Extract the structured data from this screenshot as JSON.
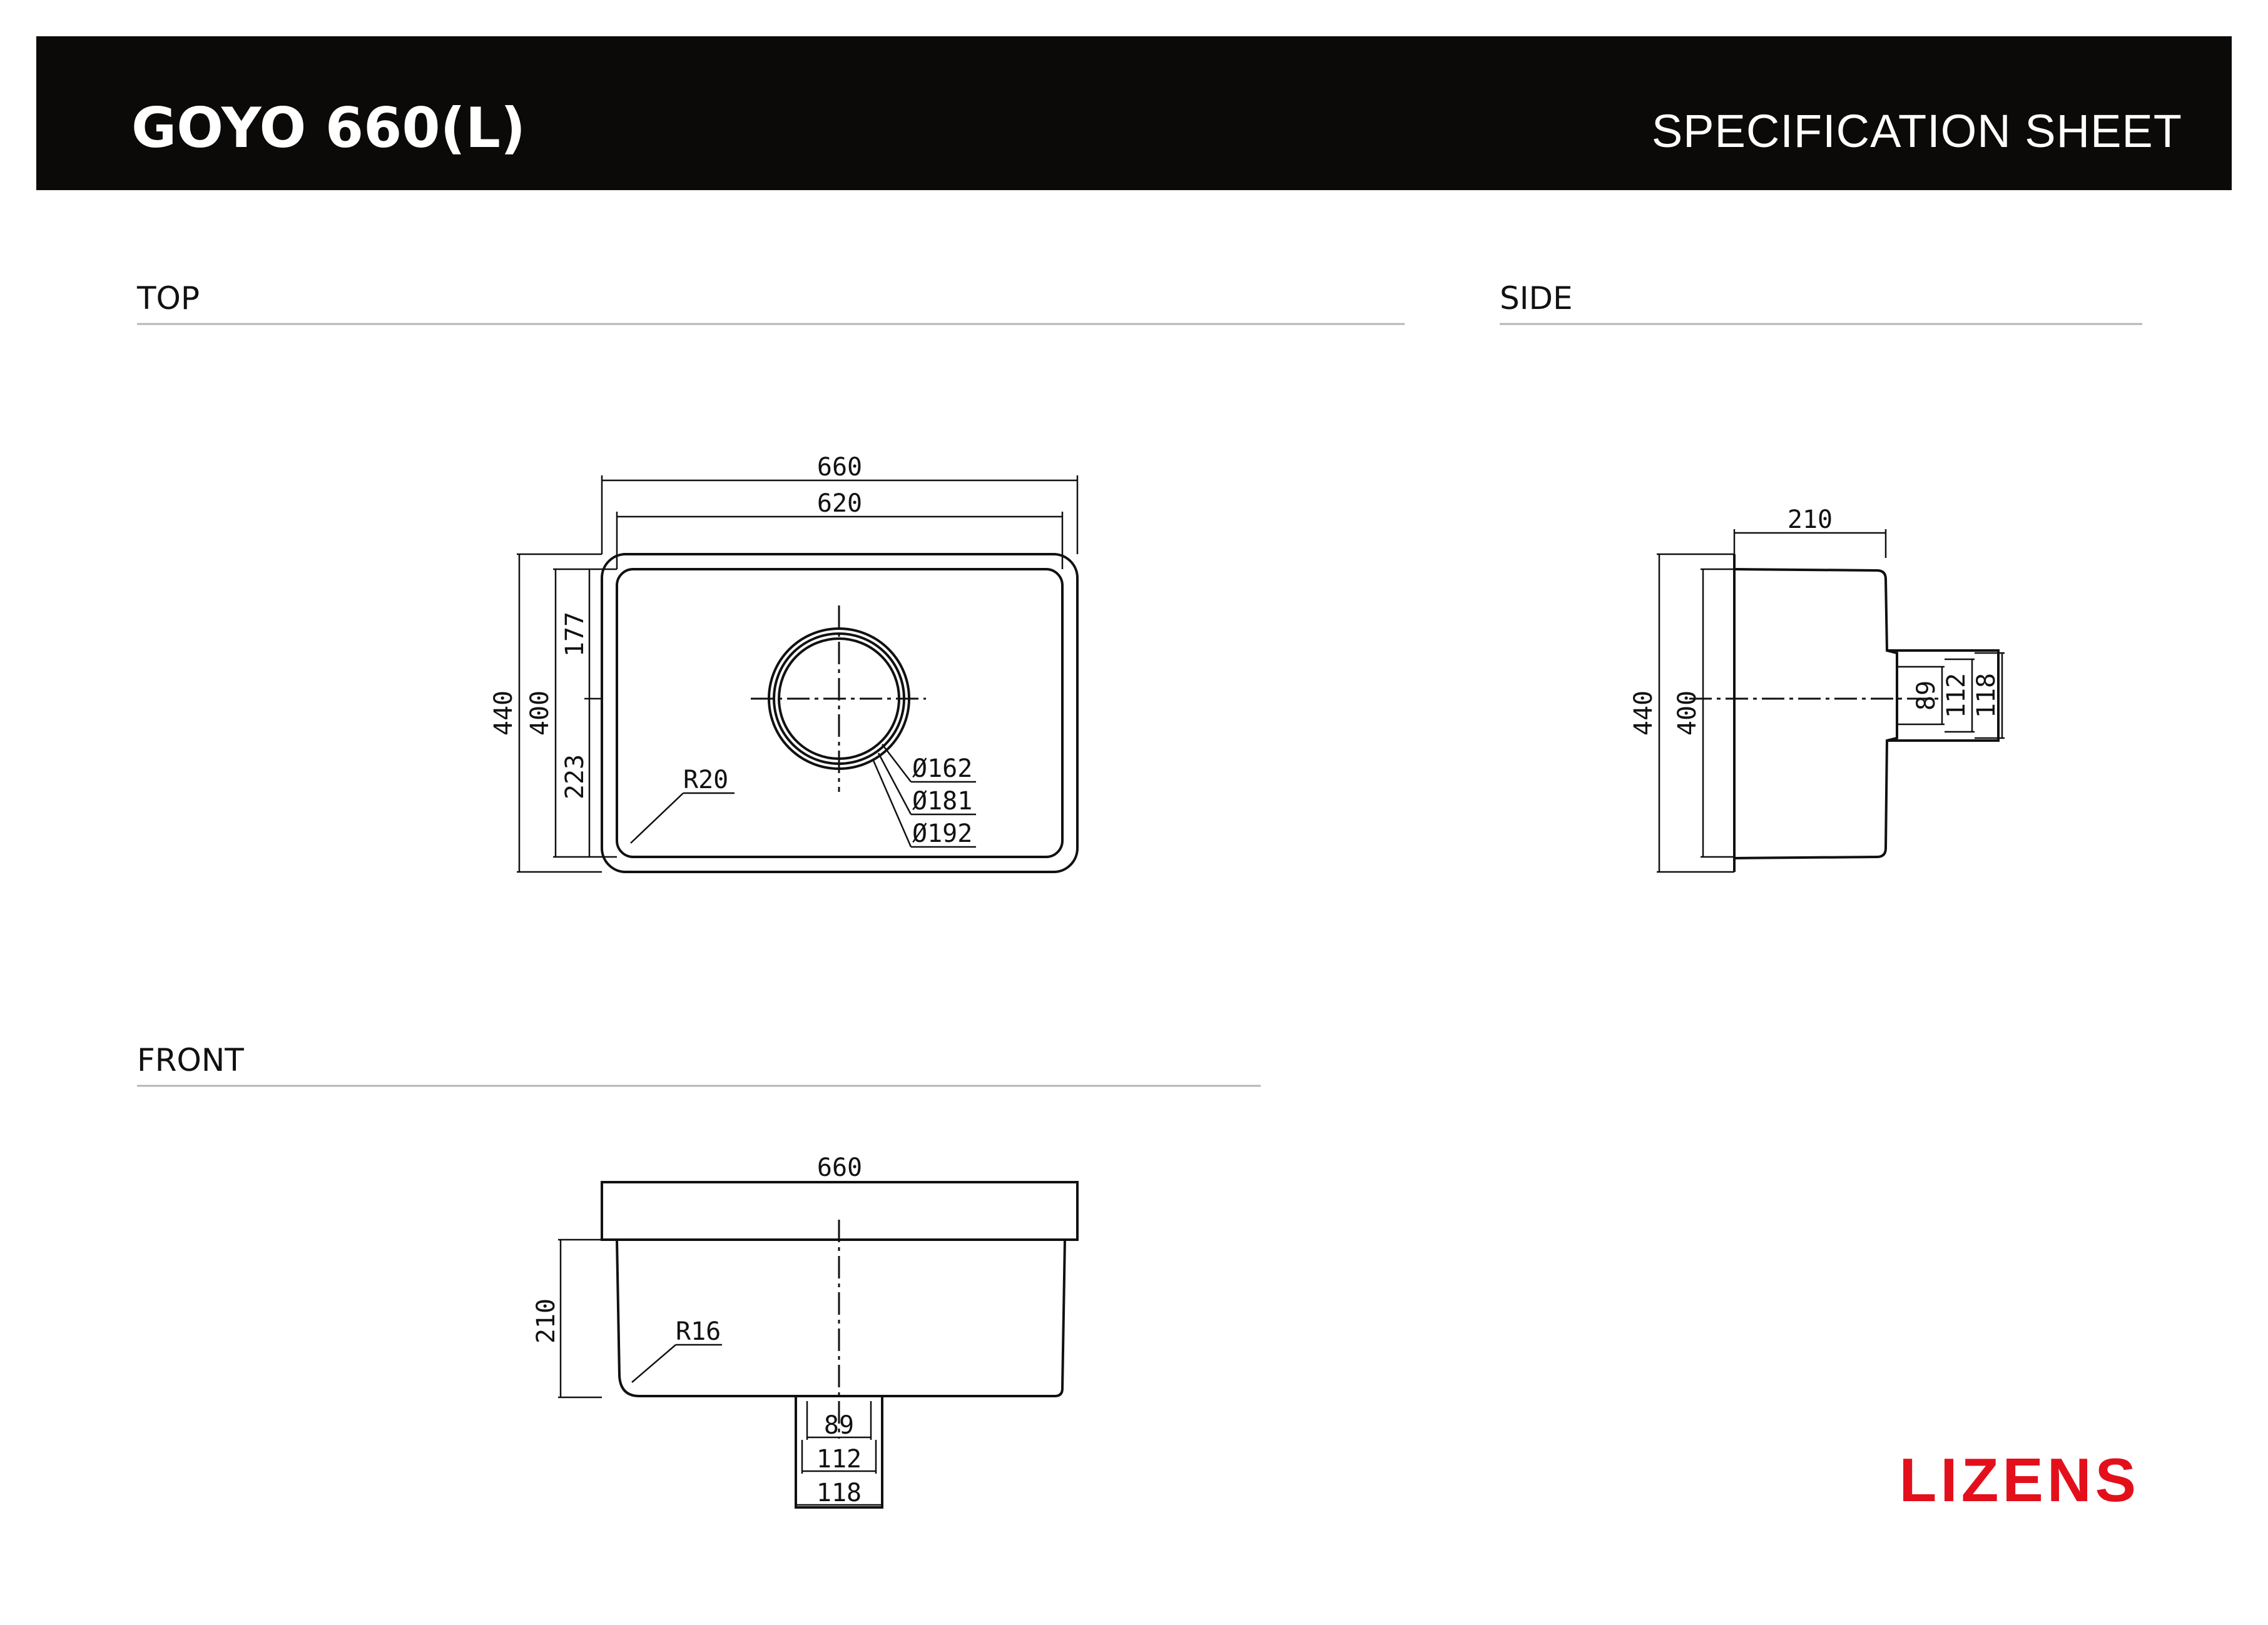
{
  "header": {
    "title": "GOYO 660(L)",
    "subtitle": "SPECIFICATION SHEET",
    "background_color": "#0b0a08"
  },
  "sections": {
    "top": "TOP",
    "side": "SIDE",
    "front": "FRONT"
  },
  "top_view": {
    "overall_width": "660",
    "inner_width": "620",
    "overall_depth": "440",
    "inner_depth": "400",
    "drain_offset_top": "177",
    "drain_offset_bottom": "223",
    "corner_radius": "R20",
    "drain_dia_1": "Ø162",
    "drain_dia_2": "Ø181",
    "drain_dia_3": "Ø192"
  },
  "side_view": {
    "height": "210",
    "overall_depth": "440",
    "inner_depth": "400",
    "drain_1": "89",
    "drain_2": "112",
    "drain_3": "118"
  },
  "front_view": {
    "overall_width": "660",
    "height": "210",
    "corner_radius": "R16",
    "drain_1": "89",
    "drain_2": "112",
    "drain_3": "118"
  },
  "brand": {
    "name": "LIZENS",
    "color": "#e3101c"
  }
}
